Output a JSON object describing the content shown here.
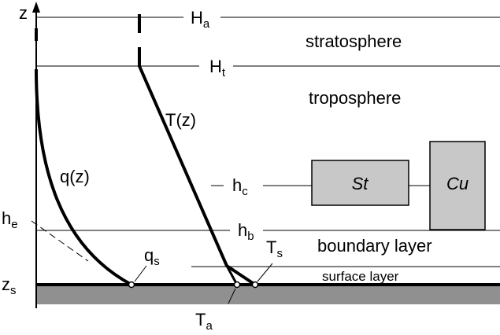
{
  "axis": {
    "z": "z"
  },
  "levels": {
    "Ha": {
      "main": "H",
      "sub": "a"
    },
    "Ht": {
      "main": "H",
      "sub": "t"
    },
    "hc": {
      "main": "h",
      "sub": "c"
    },
    "hb": {
      "main": "h",
      "sub": "b"
    },
    "he": {
      "main": "h",
      "sub": "e"
    },
    "zs": {
      "main": "z",
      "sub": "s"
    }
  },
  "layers": {
    "stratosphere": "stratosphere",
    "troposphere": "troposphere",
    "boundary": "boundary layer",
    "surface": "surface layer"
  },
  "curves": {
    "q": "q(z)",
    "T": "T(z)"
  },
  "points": {
    "qs": {
      "main": "q",
      "sub": "s"
    },
    "Ts": {
      "main": "T",
      "sub": "s"
    },
    "Ta": {
      "main": "T",
      "sub": "a"
    }
  },
  "clouds": {
    "St": "St",
    "Cu": "Cu"
  },
  "colors": {
    "cloud_fill": "#c8c8c8",
    "ground_fill": "#909090",
    "line": "#000000"
  }
}
